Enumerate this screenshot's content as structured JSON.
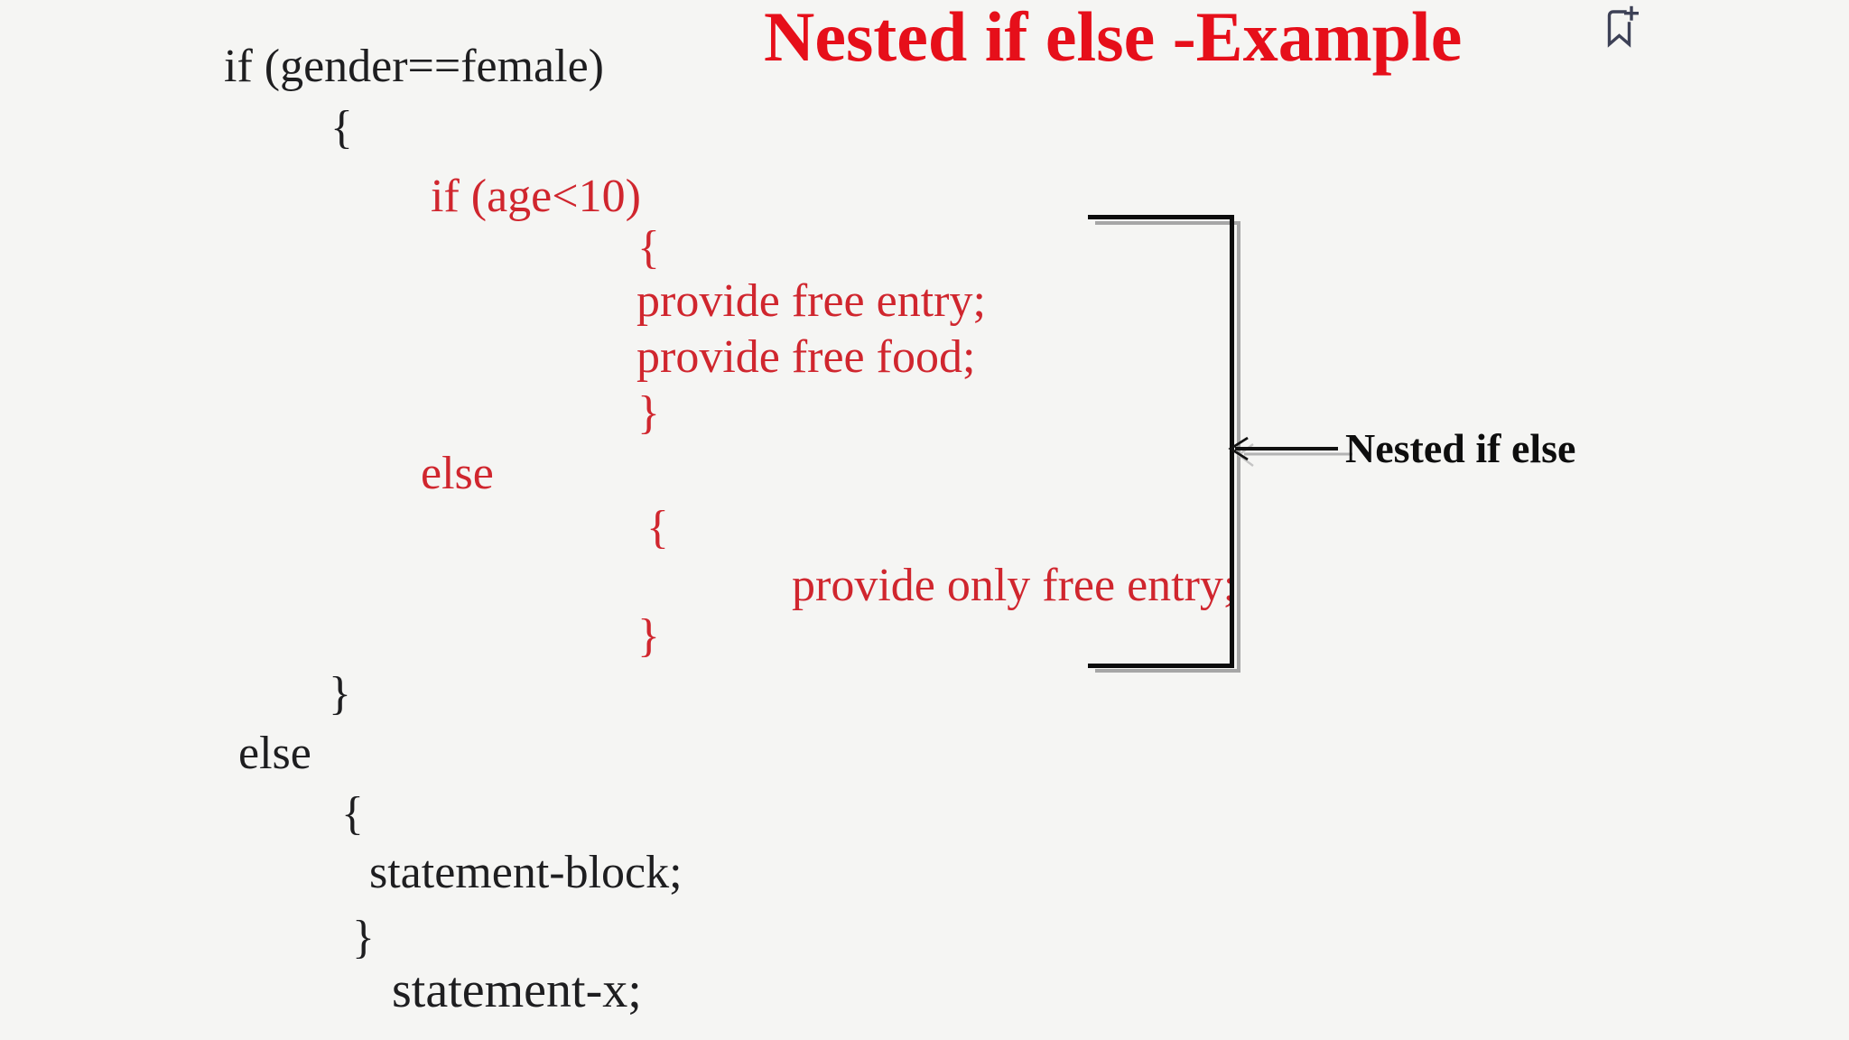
{
  "title": {
    "text": "Nested if else -Example",
    "color": "#e60f1a"
  },
  "bookmark": {
    "icon": "add-bookmark-icon",
    "color": "#3d4156"
  },
  "annotation": {
    "label": "Nested if else",
    "arrow_direction": "left",
    "bracket_color": "#0c0c0c",
    "bracket_shadow_color": "#a6a6a6"
  },
  "colors": {
    "background": "#f5f5f3",
    "code_black": "#1e1e20",
    "code_red": "#d0262e",
    "title_red": "#e60f1a"
  },
  "code": {
    "lines": [
      {
        "text": "if (gender==female)",
        "color": "black"
      },
      {
        "text": "{",
        "color": "black"
      },
      {
        "text": "if (age<10)",
        "color": "red"
      },
      {
        "text": "{",
        "color": "red"
      },
      {
        "text": "provide free entry;",
        "color": "red"
      },
      {
        "text": "provide free food;",
        "color": "red"
      },
      {
        "text": "}",
        "color": "red"
      },
      {
        "text": "else",
        "color": "red"
      },
      {
        "text": "{",
        "color": "red"
      },
      {
        "text": "provide only free entry;",
        "color": "red"
      },
      {
        "text": "}",
        "color": "red"
      },
      {
        "text": "}",
        "color": "black"
      },
      {
        "text": "else",
        "color": "black"
      },
      {
        "text": "{",
        "color": "black"
      },
      {
        "text": "statement-block;",
        "color": "black"
      },
      {
        "text": "}",
        "color": "black"
      },
      {
        "text": "statement-x;",
        "color": "black"
      }
    ]
  }
}
